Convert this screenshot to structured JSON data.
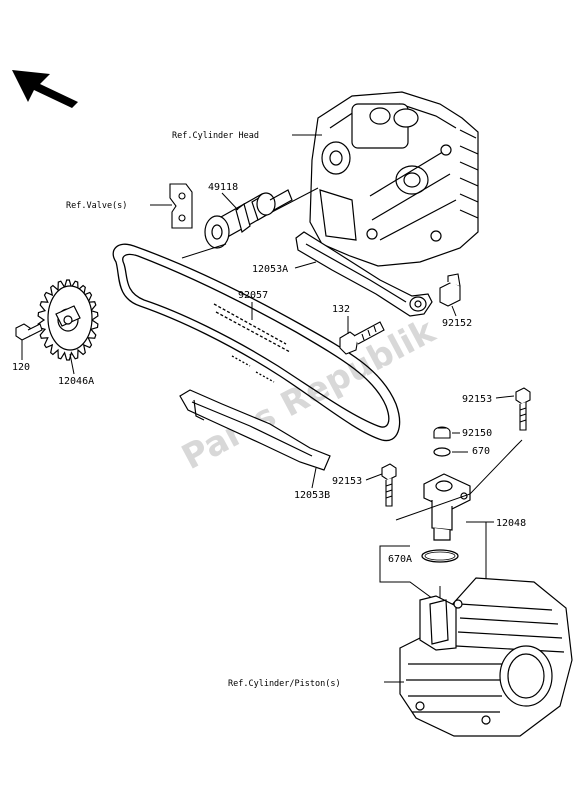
{
  "labels": {
    "ref_cylinder_head": "Ref.Cylinder Head",
    "ref_valves": "Ref.Valve(s)",
    "ref_cylinder_piston": "Ref.Cylinder/Piston(s)",
    "p49118": "49118",
    "p12053A": "12053A",
    "p92057": "92057",
    "p132": "132",
    "p92152": "92152",
    "p120": "120",
    "p12046A": "12046A",
    "p92153a": "92153",
    "p92150": "92150",
    "p670": "670",
    "p92153b": "92153",
    "p12053B": "12053B",
    "p12048": "12048",
    "p670A": "670A"
  },
  "watermark": "Parts Republik",
  "colors": {
    "line": "#000000",
    "fill": "#ffffff",
    "watermark": "#d4d4d4"
  }
}
